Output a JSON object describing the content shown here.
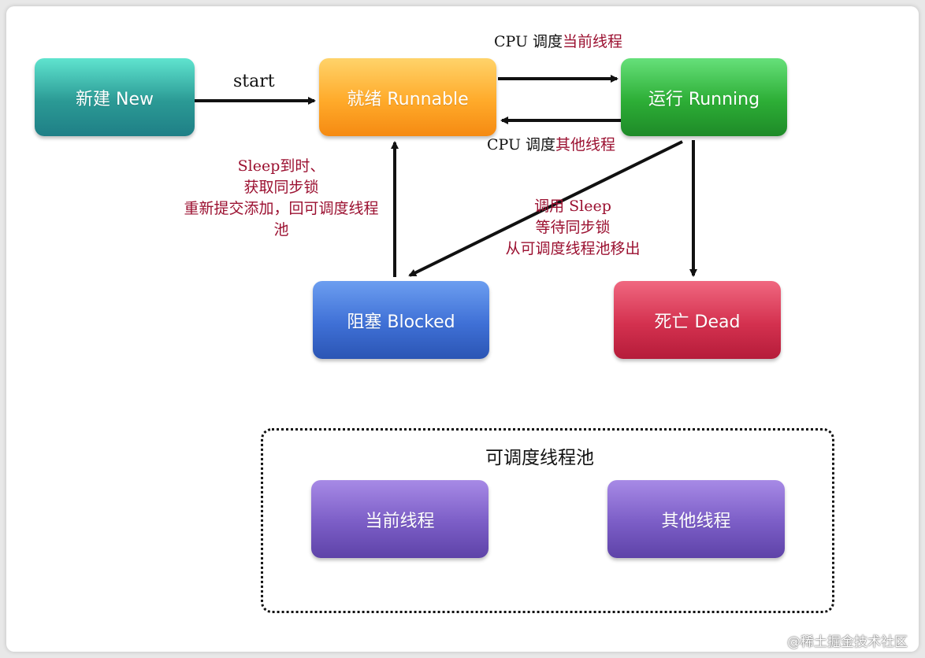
{
  "states": {
    "new": "新建 New",
    "runnable": "就绪 Runnable",
    "running": "运行 Running",
    "blocked": "阻塞 Blocked",
    "dead": "死亡 Dead"
  },
  "transitions": {
    "start": "start",
    "schedule_current_prefix": "CPU 调度",
    "schedule_current_highlight": "当前线程",
    "schedule_other_prefix": "CPU 调度",
    "schedule_other_highlight": "其他线程",
    "wake_line1": "Sleep到时、",
    "wake_line2": "获取同步锁",
    "wake_line3": "重新提交添加，回可调度线程池",
    "sleep_line1": "调用 Sleep",
    "sleep_line2": "等待同步锁",
    "sleep_line3": "从可调度线程池移出"
  },
  "pool": {
    "title": "可调度线程池",
    "current": "当前线程",
    "other": "其他线程"
  },
  "watermark": "@稀土掘金技术社区",
  "colors": {
    "label_red": "#9b1030",
    "arrow": "#111111"
  }
}
